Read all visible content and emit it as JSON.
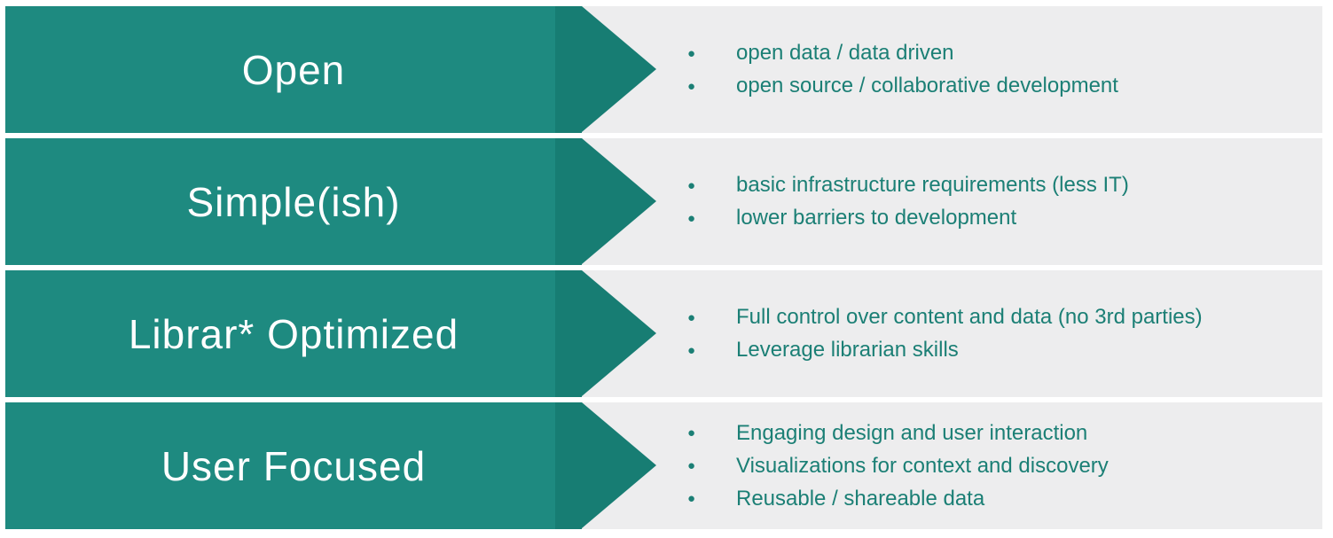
{
  "accent_color": "#1e8a80",
  "accent_dark_color": "#177d73",
  "band_color": "#ededee",
  "bullet_text_color": "#1b7f75",
  "rows": [
    {
      "title": "Open",
      "bullets": [
        "open data / data driven",
        "open source / collaborative development"
      ]
    },
    {
      "title": "Simple(ish)",
      "bullets": [
        "basic infrastructure requirements (less IT)",
        "lower barriers to development"
      ]
    },
    {
      "title": "Librar* Optimized",
      "bullets": [
        "Full control over content and data (no 3rd parties)",
        "Leverage librarian skills"
      ]
    },
    {
      "title": "User Focused",
      "bullets": [
        "Engaging design and user interaction",
        "Visualizations for context and discovery",
        "Reusable / shareable data"
      ]
    }
  ]
}
